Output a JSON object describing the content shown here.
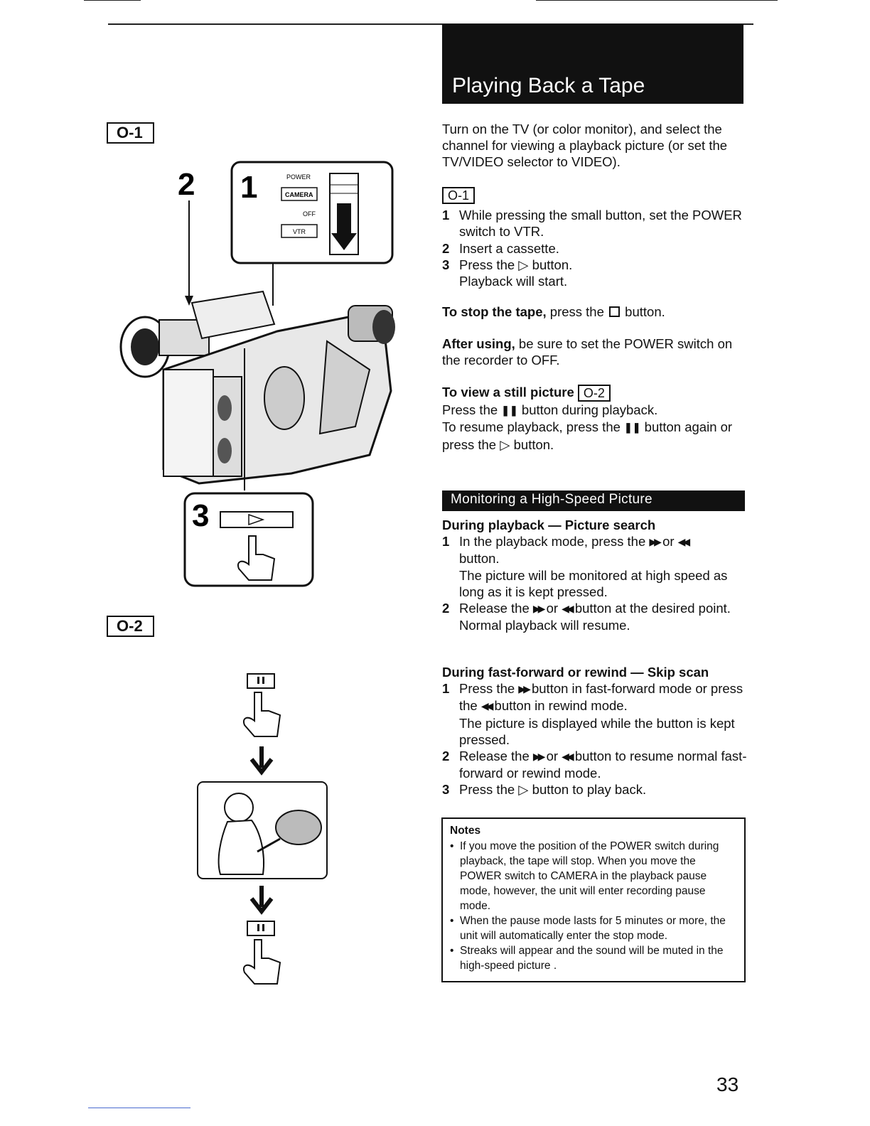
{
  "header": {
    "title": "Playing Back a Tape"
  },
  "figures": {
    "tag_o1": "O-1",
    "tag_o2": "O-2",
    "step_2": "2",
    "step_1": "1",
    "step_3": "3",
    "switch_power": "POWER",
    "switch_camera": "CAMERA",
    "switch_off": "OFF",
    "switch_vtr": "VTR"
  },
  "intro": "Turn on the TV (or color monitor), and select the channel for viewing a playback picture (or set the TV/VIDEO selector to VIDEO).",
  "o1_tag": "O-1",
  "steps": [
    {
      "n": "1",
      "text": "While pressing the small button, set the POWER switch to VTR."
    },
    {
      "n": "2",
      "text": "Insert a cassette."
    },
    {
      "n": "3",
      "text_a": "Press the",
      "text_b": "button.",
      "text_c": "Playback will start."
    }
  ],
  "stop": {
    "bold": "To stop the tape,",
    "text_a": "press the",
    "text_b": "button."
  },
  "after": {
    "bold": "After using,",
    "text": "be sure to set the POWER switch on the recorder to OFF."
  },
  "still": {
    "bold": "To view a still picture",
    "tag": "O-2",
    "line1_a": "Press the",
    "line1_b": "button during playback.",
    "line2_a": "To resume playback, press the",
    "line2_b": "button again or",
    "line3_a": "press the",
    "line3_b": "button."
  },
  "monitoring": {
    "title": "Monitoring a High-Speed Picture",
    "search_head": "During playback — Picture search",
    "search_steps": [
      {
        "n": "1",
        "a": "In the playback mode, press the",
        "or": "or",
        "b": "button.",
        "c": "The picture will be monitored at high speed as long as it is kept pressed."
      },
      {
        "n": "2",
        "a": "Release the",
        "or": "or",
        "b": "button at the desired point.",
        "c": "Normal playback will resume."
      }
    ],
    "skip_head": "During fast-forward or rewind — Skip scan",
    "skip_steps": [
      {
        "n": "1",
        "a": "Press the",
        "b": "button in fast-forward mode or press the",
        "c": "button in rewind mode.",
        "d": "The picture is displayed while the button is kept pressed."
      },
      {
        "n": "2",
        "a": "Release the",
        "or": "or",
        "b": "button to resume normal fast-forward or rewind mode."
      },
      {
        "n": "3",
        "a": "Press the",
        "b": "button to play back."
      }
    ]
  },
  "notes": {
    "title": "Notes",
    "items": [
      "If you move the position of the POWER switch during playback, the tape will stop. When you move the POWER switch to CAMERA in the playback pause mode, however, the unit will enter recording pause mode.",
      "When the pause mode lasts for 5 minutes or more, the unit will automatically enter the stop mode.",
      "Streaks will appear and the sound will be muted in the high-speed picture ."
    ]
  },
  "page_number": "33"
}
